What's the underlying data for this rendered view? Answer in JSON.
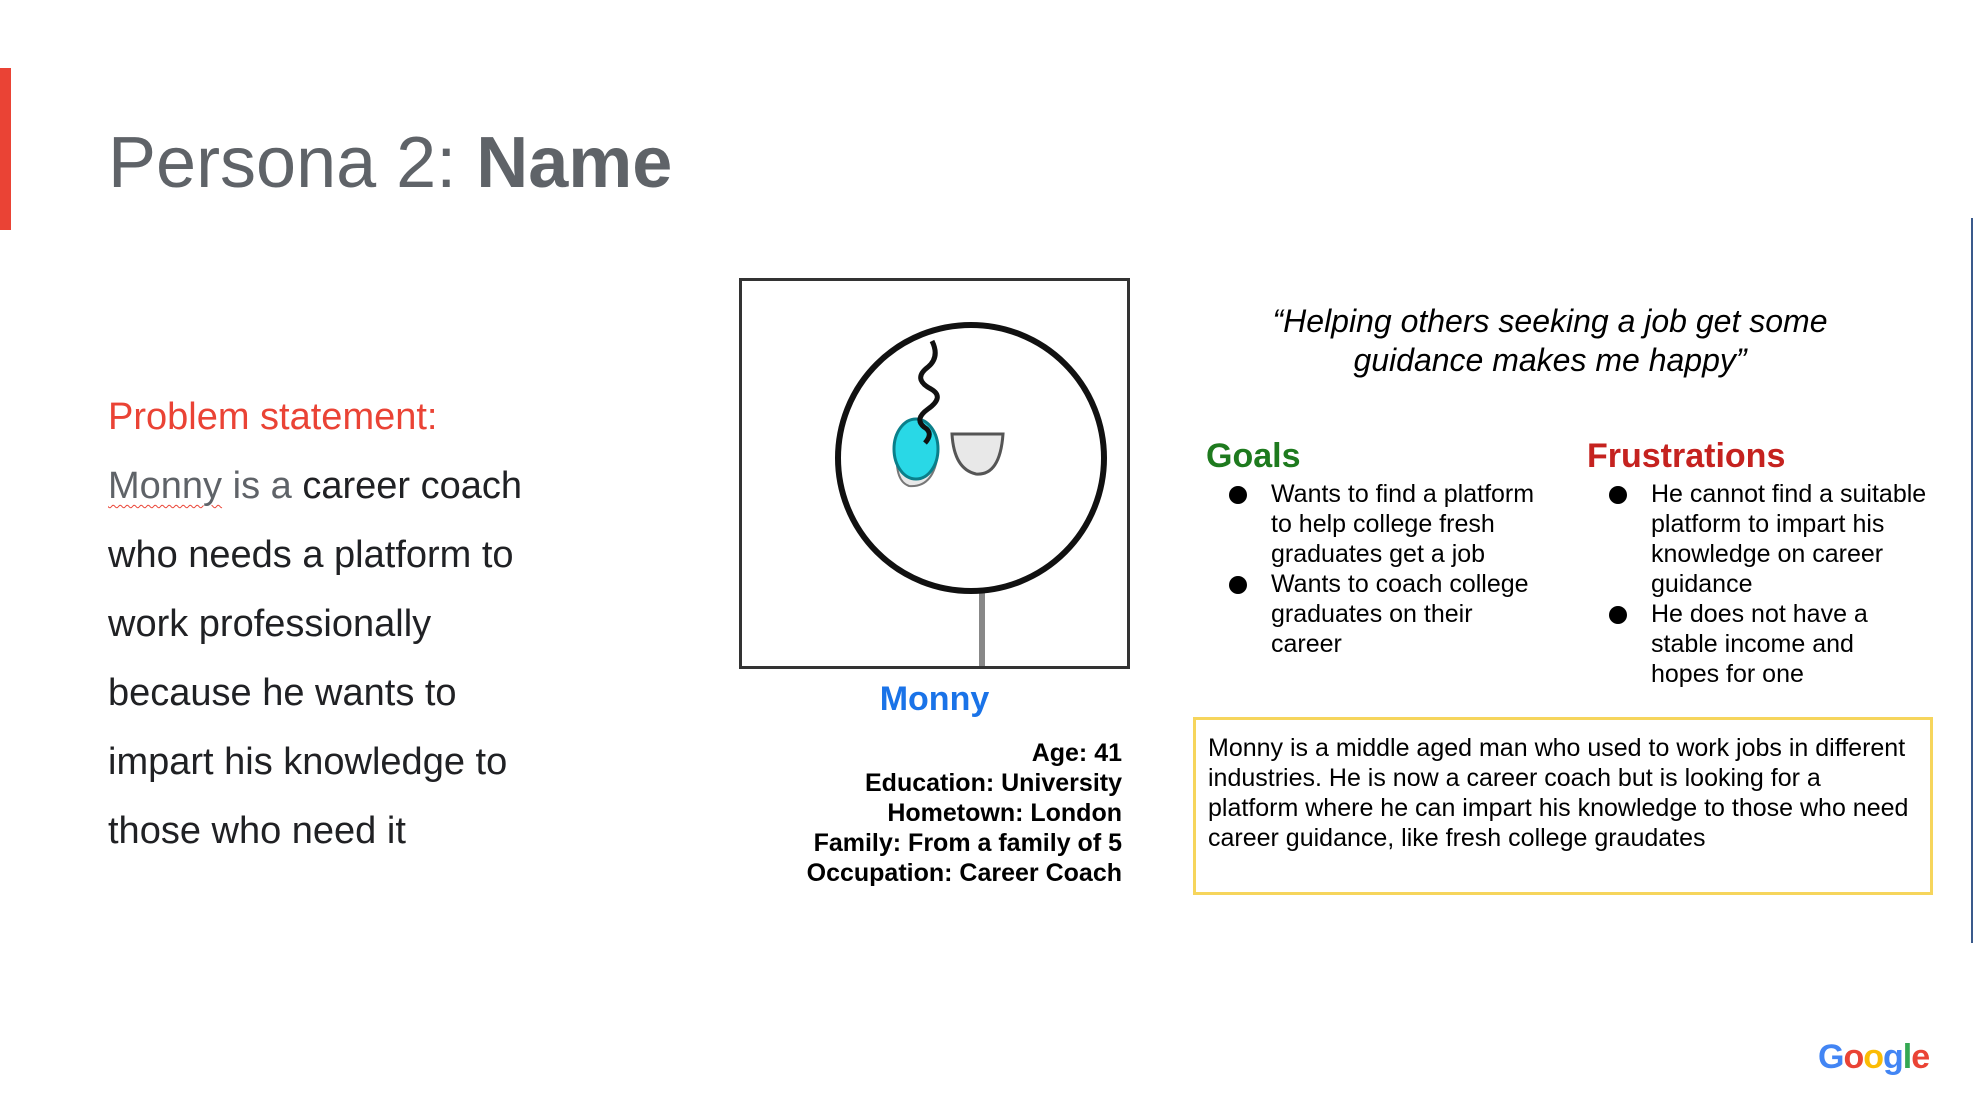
{
  "slide": {
    "title_prefix": "Persona 2: ",
    "title_bold": "Name"
  },
  "problem": {
    "heading": "Problem statement:",
    "name": "Monny",
    "is_a": " is a ",
    "rest_line1": "career coach",
    "lines": [
      "who needs a platform to",
      "work professionally",
      "because he wants to",
      "impart his knowledge to",
      "those who need it"
    ]
  },
  "persona": {
    "name": "Monny",
    "details": [
      "Age: 41",
      "Education: University",
      "Hometown: London",
      "Family: From a family of 5",
      "Occupation: Career Coach"
    ]
  },
  "quote": {
    "line1": "“Helping others seeking a job get some",
    "line2": "guidance makes me happy”"
  },
  "goals": {
    "heading": "Goals",
    "items": [
      "Wants to find a platform to help college fresh graduates get a job",
      "Wants to coach college graduates on their career"
    ]
  },
  "frustrations": {
    "heading": "Frustrations",
    "items": [
      "He cannot find a suitable platform to impart his knowledge on career guidance",
      "He does not have a stable income and hopes for one"
    ]
  },
  "bio": {
    "text": "Monny is a middle aged man who used to work jobs in different industries. He is now a career coach but is looking for a platform where he can impart his knowledge to those who need career guidance, like fresh college graudates"
  },
  "brand": {
    "logo_letters": [
      "G",
      "o",
      "o",
      "g",
      "l",
      "e"
    ],
    "logo_colors": [
      "#4285f4",
      "#ea4335",
      "#fbbc05",
      "#4285f4",
      "#34a853",
      "#ea4335"
    ]
  },
  "colors": {
    "accent": "#ea4335",
    "title_grey": "#5f6368",
    "persona_blue": "#1a73e8",
    "goals_green": "#1e7a1e",
    "frustrations_red": "#c5221f",
    "bio_border": "#f6d55c",
    "avatar_eye": "#29d8e6"
  }
}
